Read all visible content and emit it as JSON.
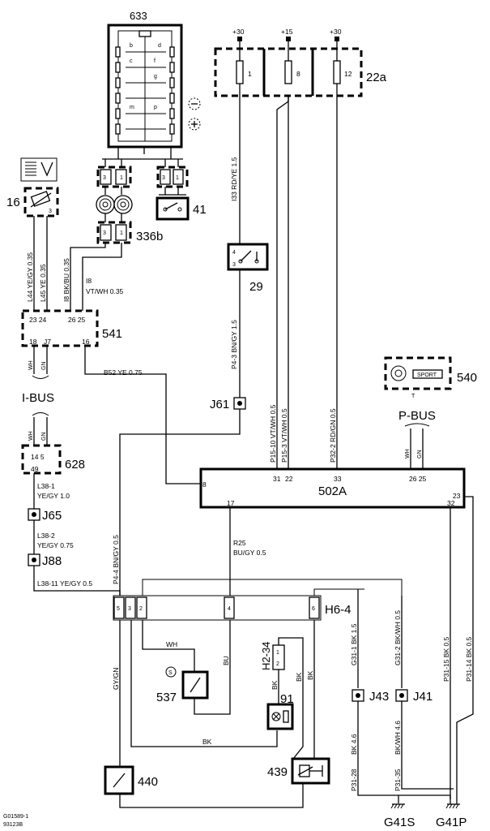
{
  "components": {
    "c633": "633",
    "c22a": "22a",
    "c16": "16",
    "c41": "41",
    "c336b": "336b",
    "c29": "29",
    "c541": "541",
    "c540": "540",
    "c628": "628",
    "c502a": "502A",
    "c537": "537",
    "c91": "91",
    "c439": "439",
    "c440": "440",
    "h2_34": "H2-34",
    "h6_4": "H6-4"
  },
  "junctions": {
    "j61": "J61",
    "j65": "J65",
    "j88": "J88",
    "j43": "J43",
    "j41": "J41"
  },
  "grounds": {
    "g41s": "G41S",
    "g41p": "G41P"
  },
  "buses": {
    "ibus": "I-BUS",
    "pbus": "P-BUS"
  },
  "power": {
    "p30a": "+30",
    "p15": "+15",
    "p30b": "+30"
  },
  "fuses": {
    "f1": "1",
    "f8": "8",
    "f12": "12"
  },
  "pins": {
    "c541_top": "23 24",
    "c541_top2": "26 25",
    "c541_bot1": "18",
    "c541_bot2": "J7",
    "c541_bot3": "16",
    "c628_top": "14 5",
    "c628_bot": "49",
    "c502_8": "8",
    "c502_31": "31",
    "c502_22": "22",
    "c502_33": "33",
    "c502_26": "26 25",
    "c502_23": "23",
    "c502_17": "17",
    "c502_32": "32",
    "h6_5": "5",
    "h6_3": "3",
    "h6_2": "2",
    "h6_4": "4",
    "h6_6": "6",
    "c29_4": "4",
    "c29_3": "3",
    "h2_1": "1",
    "h2_2": "2",
    "c16_3": "3",
    "conn_3a": "3",
    "conn_1a": "1",
    "conn_3b": "3",
    "conn_1b": "1",
    "conn_3c": "3",
    "conn_1c": "1",
    "r633_b": "b",
    "r633_d": "d",
    "r633_g": "g",
    "r633_c": "c",
    "r633_f": "f",
    "r633_m": "m",
    "r633_p": "p"
  },
  "wires": {
    "w_l44": "L44  YE/GY  0.35",
    "w_l45": "L45  YE  0.35",
    "w_i8a": "I8  BK/BU  0.35",
    "w_i8b": "VT/WH  0.35",
    "w_i33": "I33  RD/YE  1.5",
    "w_p43": "P4-3  BN/GY  1.5",
    "w_b52": "B52  YE  0.75",
    "w_p15_10": "P15-10  VT/WH  0.5",
    "w_p15_3": "P15-3  VT/WH  0.5",
    "w_p32_2": "P32-2  RD/GN  0.5",
    "w_ibus_wh": "WH",
    "w_ibus_gn": "GN",
    "w_ibus_wh2": "WH",
    "w_ibus_gn2": "GN",
    "w_pbus_wh": "WH",
    "w_pbus_gn": "GN",
    "w_l38_1": "L38-1",
    "w_l38_1b": "YE/GY 1.0",
    "w_l38_2": "L38-2",
    "w_l38_2b": "YE/GY 0.75",
    "w_l38_11": "L38-11  YE/GY  0.5",
    "w_p44": "P4-4  BN/GY  0.5",
    "w_r25": "R25",
    "w_r25b": "BU/GY  0.5",
    "w_gygn": "GY/GN",
    "w_wh": "WH",
    "w_bu": "BU",
    "w_bk1": "BK",
    "w_bk2": "BK",
    "w_bk3": "BK",
    "w_bk4": "BK",
    "w_g311": "G31-1  BK  1.5",
    "w_g312": "G31-2  BK/WH  0.5",
    "w_p3115": "P31-15  BK  0.5",
    "w_p3114": "P31-14  BK  0.5",
    "w_bk46": "BK  4.6",
    "w_bkwh46": "BK/WH  4.6",
    "w_p3128": "P31-28",
    "w_p3135": "P31-35"
  },
  "misc": {
    "c540_text": "SPORT",
    "c540_t": "T",
    "foot1": "G01589-1",
    "foot2": "93123B"
  }
}
